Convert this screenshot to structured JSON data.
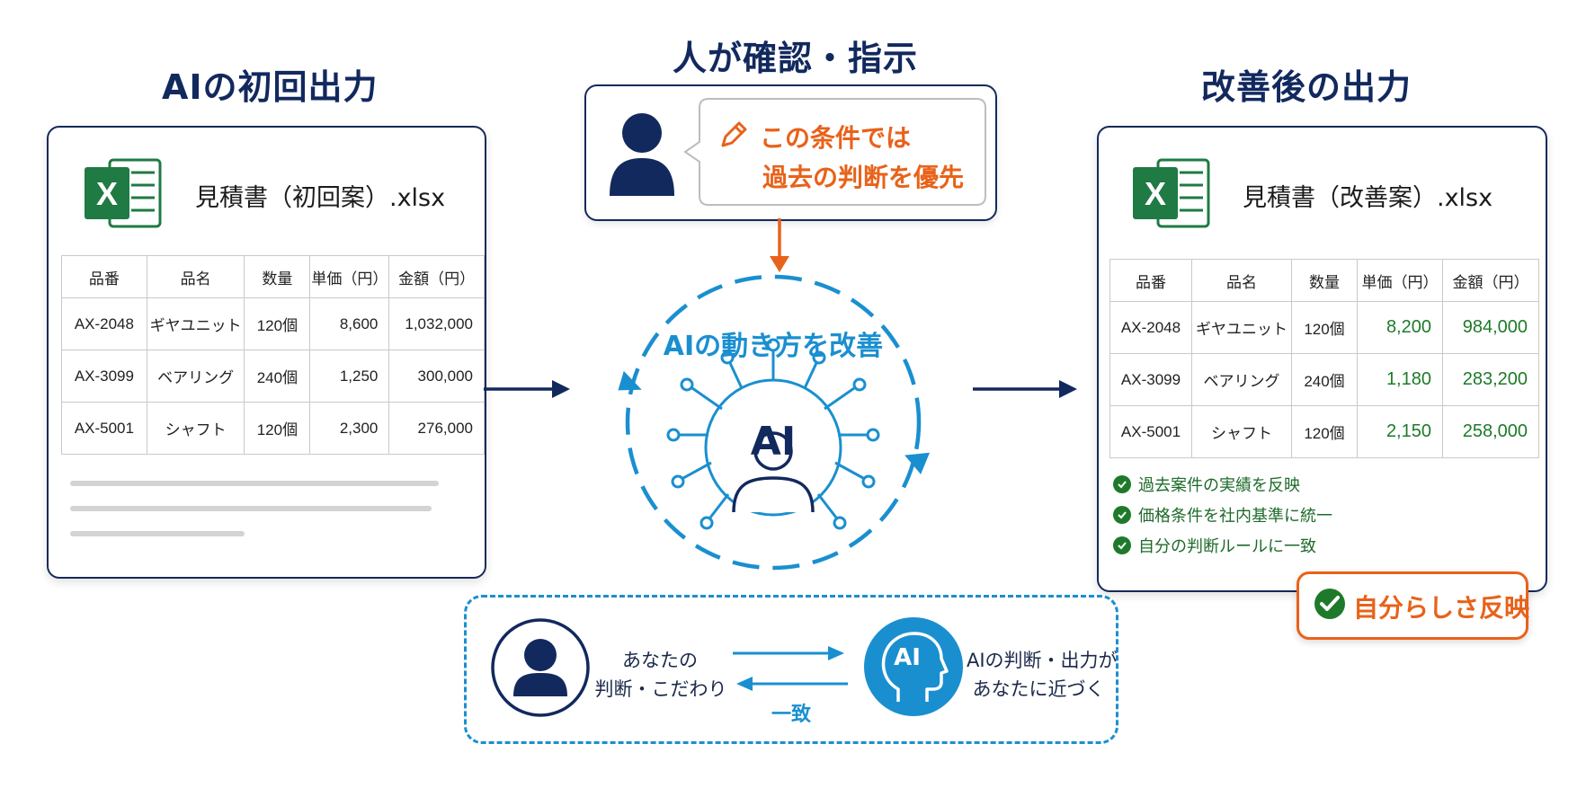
{
  "headings": {
    "left": "AIの初回出力",
    "center": "人が確認・指示",
    "right": "改善後の出力"
  },
  "left_card": {
    "filename": "見積書（初回案）.xlsx",
    "headers": [
      "品番",
      "品名",
      "数量",
      "単価（円）",
      "金額（円）"
    ],
    "rows": [
      [
        "AX-2048",
        "ギヤユニット",
        "120個",
        "8,600",
        "1,032,000"
      ],
      [
        "AX-3099",
        "ベアリング",
        "240個",
        "1,250",
        "300,000"
      ],
      [
        "AX-5001",
        "シャフト",
        "120個",
        "2,300",
        "276,000"
      ]
    ]
  },
  "right_card": {
    "filename": "見積書（改善案）.xlsx",
    "headers": [
      "品番",
      "品名",
      "数量",
      "単価（円）",
      "金額（円）"
    ],
    "rows": [
      [
        "AX-2048",
        "ギヤユニット",
        "120個",
        "8,200",
        "984,000"
      ],
      [
        "AX-3099",
        "ベアリング",
        "240個",
        "1,180",
        "283,200"
      ],
      [
        "AX-5001",
        "シャフト",
        "120個",
        "2,150",
        "258,000"
      ]
    ],
    "checks": [
      "過去案件の実績を反映",
      "価格条件を社内基準に統一",
      "自分の判断ルールに一致"
    ],
    "badge": "自分らしさ反映"
  },
  "instruction": {
    "line1": "この条件では",
    "line2": "過去の判断を優先"
  },
  "cycle": {
    "title": "AIの動き方を改善",
    "ai_label": "AI"
  },
  "bottom": {
    "human_line1": "あなたの",
    "human_line2": "判断・こだわり",
    "match": "一致",
    "ai_badge": "AI",
    "ai_line1": "AIの判断・出力が",
    "ai_line2": "あなたに近づく"
  },
  "colors": {
    "navy": "#12295e",
    "blue": "#1a8fd0",
    "orange": "#e8621a",
    "green": "#1e7a2a",
    "excel": "#1f7a43"
  }
}
